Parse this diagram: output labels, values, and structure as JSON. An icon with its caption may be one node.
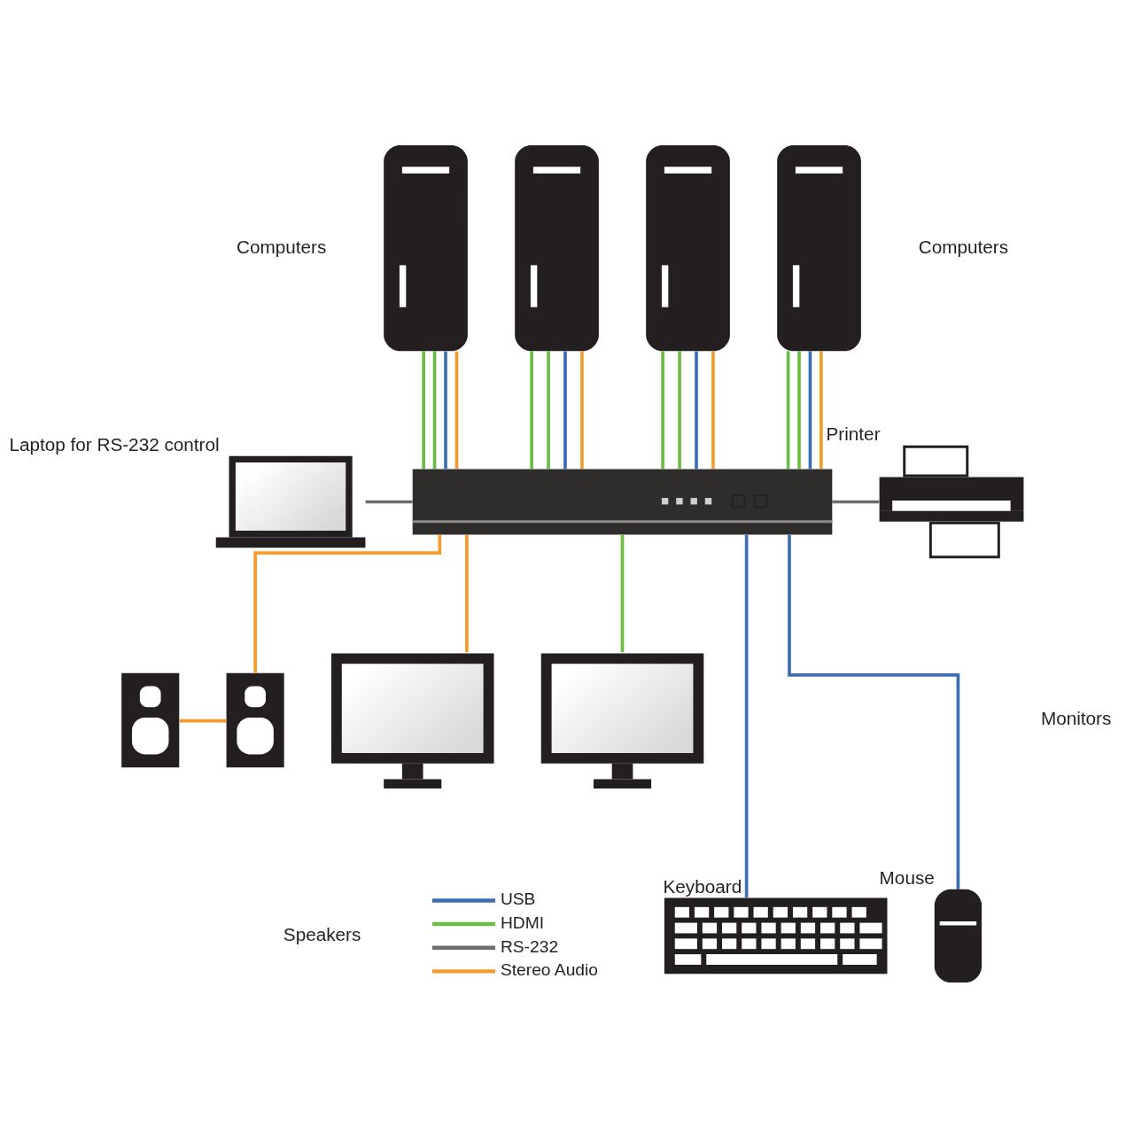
{
  "diagram": {
    "nodes": [
      {
        "text": [],
        "shape": "picture"
      },
      {
        "text": [],
        "shape": "picture"
      },
      {
        "text": [],
        "shape": "picture"
      },
      {
        "text": [],
        "shape": "picture"
      },
      {
        "text": [],
        "shape": "picture"
      },
      {
        "text": [],
        "shape": "picture",
        "beside": [
          "Laptop for RS-232 control"
        ]
      },
      {
        "text": [],
        "shape": "picture",
        "beside": [
          "Printer"
        ]
      },
      {
        "text": [],
        "shape": "picture"
      },
      {
        "text": [],
        "shape": "picture"
      },
      {
        "text": [],
        "shape": "picture"
      },
      {
        "text": [],
        "shape": "picture"
      },
      {
        "text": [],
        "shape": "picture",
        "beside": [
          "Keyboard"
        ]
      },
      {
        "text": [],
        "shape": "picture",
        "beside": [
          "Mouse"
        ]
      }
    ],
    "edges": [
      {
        "from": 0,
        "to": 4,
        "arrow": "none"
      },
      {
        "from": 0,
        "to": 4,
        "arrow": "none"
      },
      {
        "from": 0,
        "to": 4,
        "arrow": "none",
        "color": "#3d6db5"
      },
      {
        "from": 0,
        "to": 4,
        "arrow": "none",
        "color": "#f39c2c"
      },
      {
        "from": 1,
        "to": 4,
        "arrow": "none"
      },
      {
        "from": 1,
        "to": 4,
        "arrow": "none"
      },
      {
        "from": 1,
        "to": 4,
        "arrow": "none",
        "color": "#3d6db5"
      },
      {
        "from": 1,
        "to": 4,
        "arrow": "none",
        "color": "#f39c2c"
      },
      {
        "from": 2,
        "to": 4,
        "arrow": "none"
      },
      {
        "from": 2,
        "to": 4,
        "arrow": "none"
      },
      {
        "from": 2,
        "to": 4,
        "arrow": "none",
        "color": "#3d6db5"
      },
      {
        "from": 2,
        "to": 4,
        "arrow": "none",
        "color": "#f39c2c"
      },
      {
        "from": 3,
        "to": 4,
        "arrow": "none"
      },
      {
        "from": 3,
        "to": 4,
        "arrow": "none"
      },
      {
        "from": 3,
        "to": 4,
        "arrow": "none",
        "color": "#3d6db5"
      },
      {
        "from": 3,
        "to": 4,
        "arrow": "none",
        "color": "#f39c2c"
      },
      {
        "from": 5,
        "to": 4,
        "arrow": "none",
        "color": "#6d6e70"
      },
      {
        "from": 4,
        "to": 6,
        "arrow": "none",
        "color": "#6d6e70"
      },
      {
        "from": 4,
        "to": 8,
        "arrow": "none",
        "color": "#f39c2c"
      },
      {
        "from": 7,
        "to": 8,
        "arrow": "none",
        "color": "#f39c2c"
      },
      {
        "from": 4,
        "to": 9,
        "arrow": "none",
        "color": "#f39c2c"
      },
      {
        "from": 4,
        "to": 10,
        "arrow": "none"
      },
      {
        "from": 4,
        "to": 11,
        "arrow": "none",
        "color": "#3d6db5"
      },
      {
        "from": 4,
        "to": 12,
        "arrow": "none",
        "color": "#3d6db5"
      }
    ],
    "labels": [
      "Computers",
      "Computers",
      "Monitors",
      "Speakers"
    ],
    "legend": [
      {
        "text": "USB",
        "color": "#3d6db5"
      },
      {
        "text": "HDMI",
        "color": "#6cbd45"
      },
      {
        "text": "RS-232",
        "color": "#6d6e70"
      },
      {
        "text": "Stereo Audio",
        "color": "#f39c2c"
      }
    ]
  }
}
